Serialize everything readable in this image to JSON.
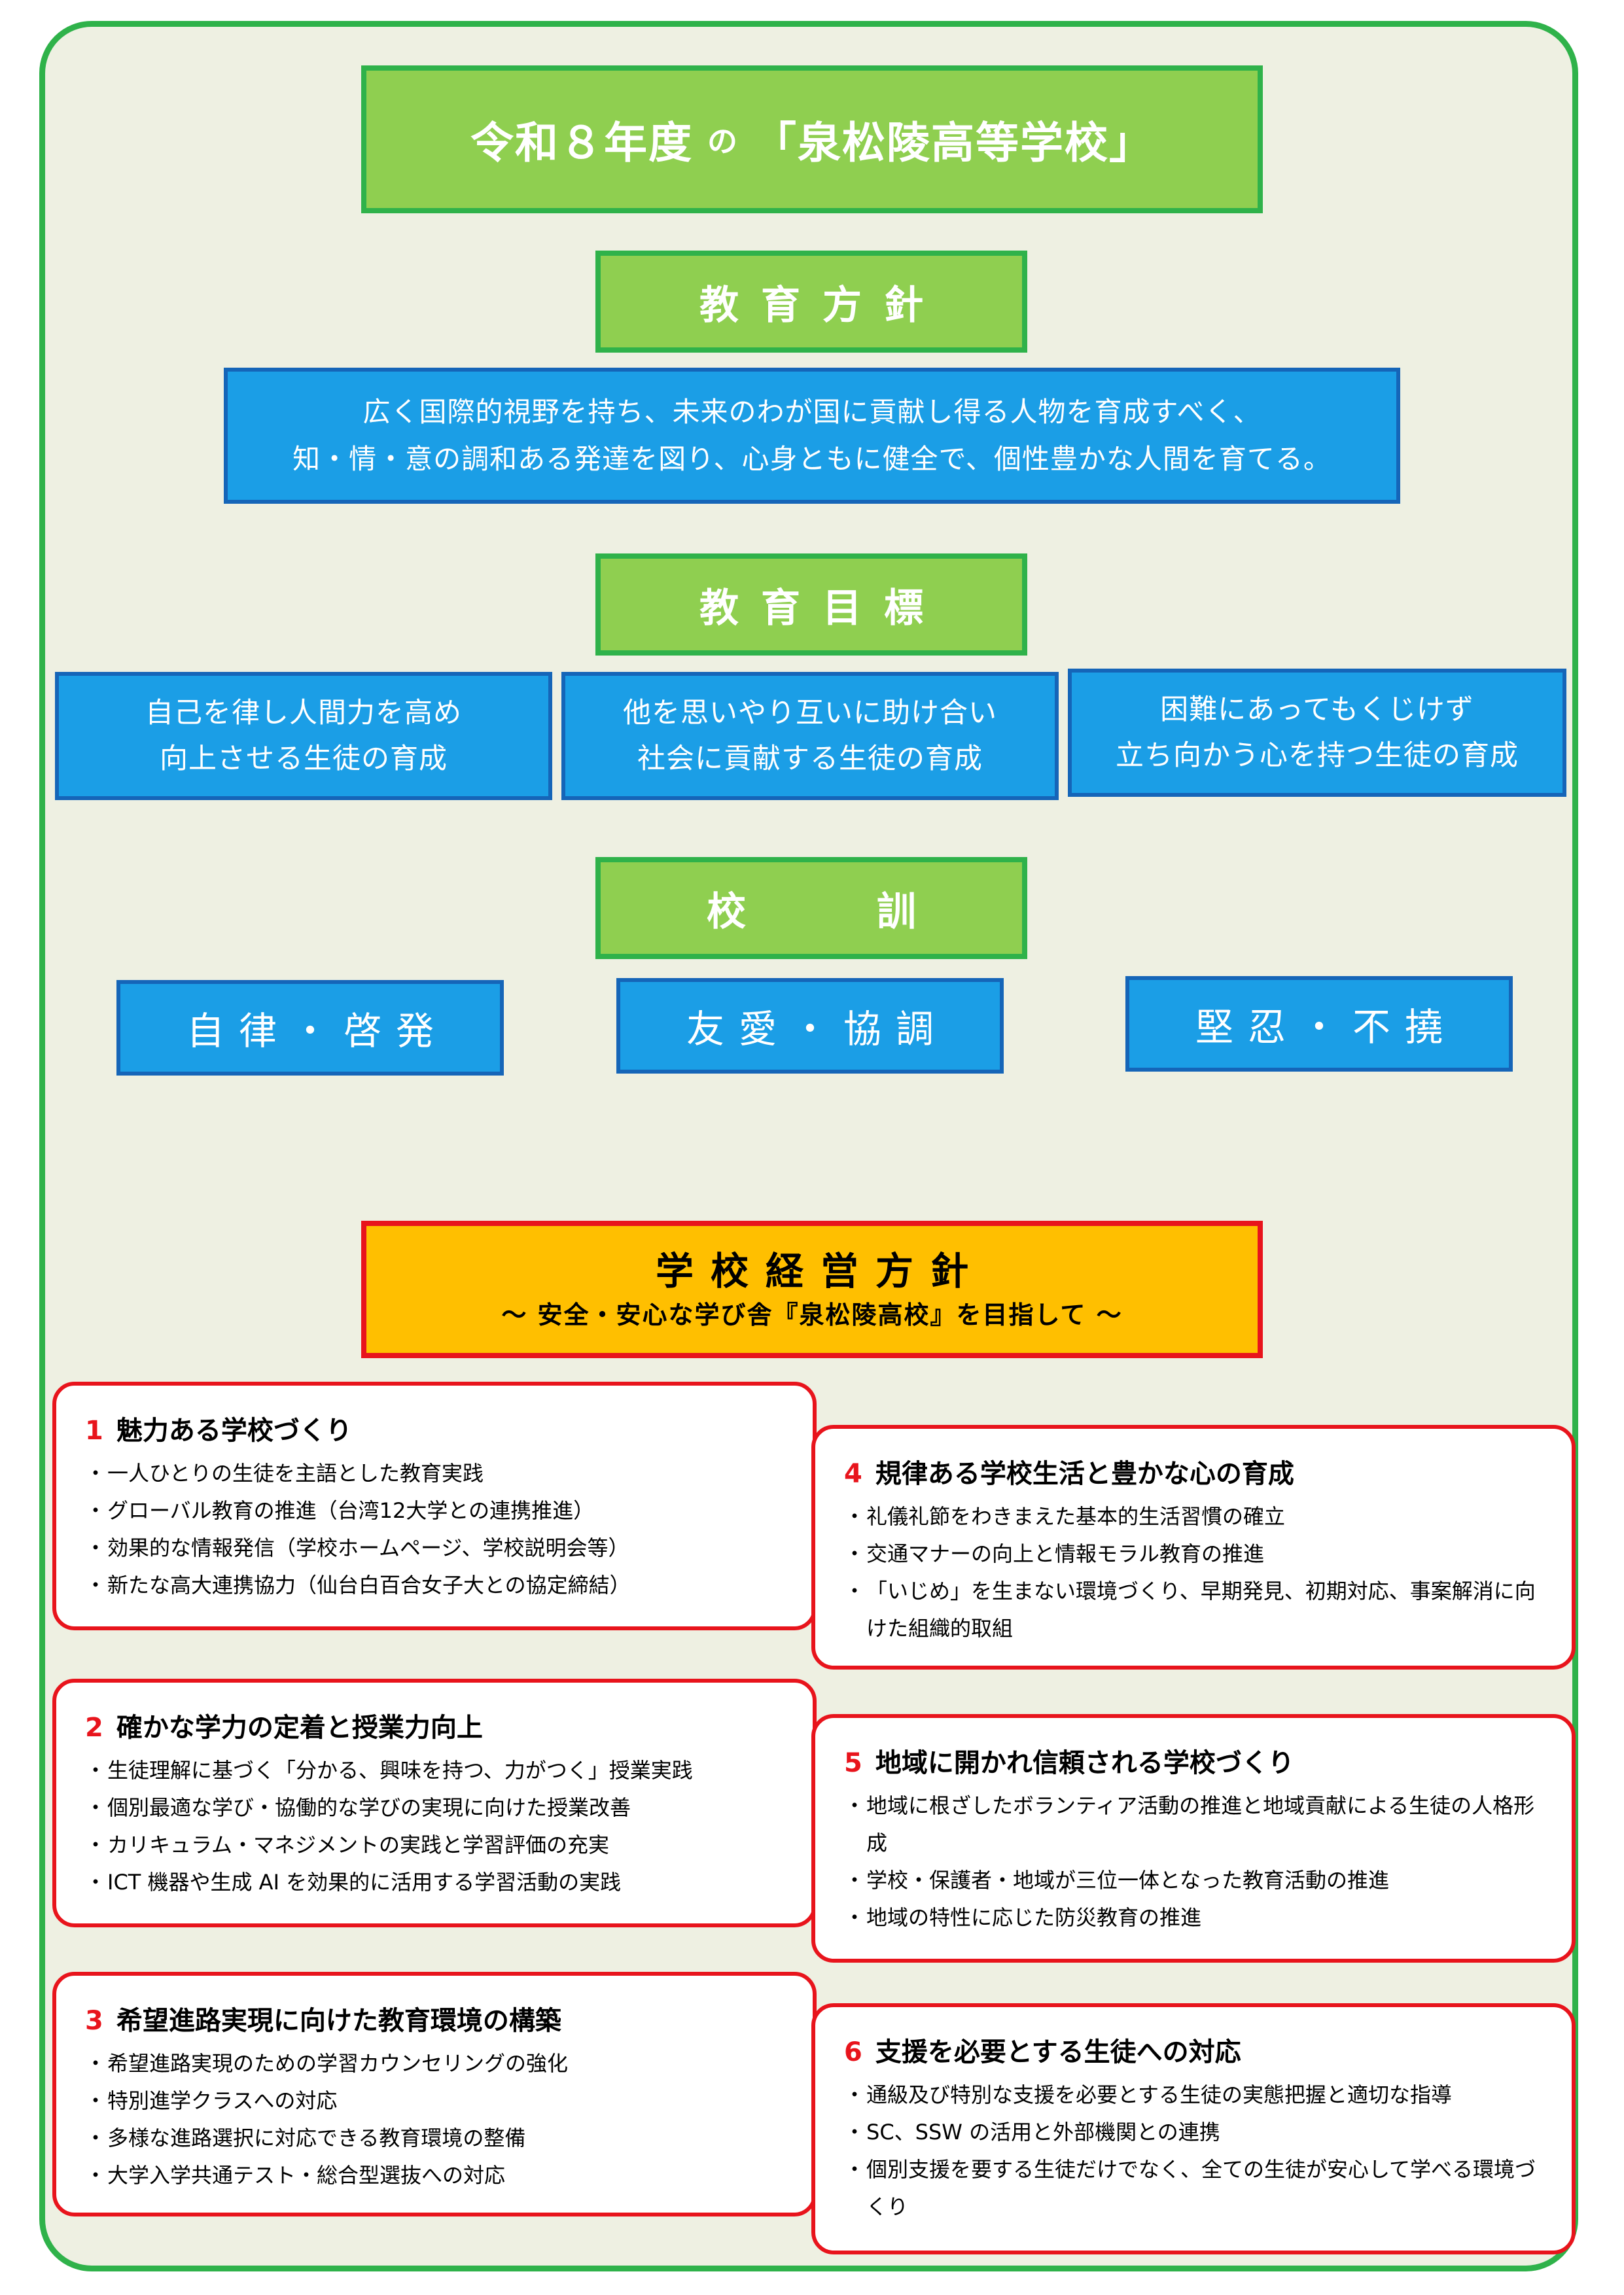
{
  "title": {
    "year": "令和８年度",
    "particle": "の",
    "school": "「泉松陵高等学校」"
  },
  "policy": {
    "heading": "教育方針",
    "lines": [
      "広く国際的視野を持ち、未来のわが国に貢献し得る人物を育成すべく、",
      "知・情・意の調和ある発達を図り、心身ともに健全で、個性豊かな人間を育てる。"
    ]
  },
  "goals": {
    "heading": "教育目標",
    "items": [
      {
        "line1": "自己を律し人間力を高め",
        "line2": "向上させる生徒の育成"
      },
      {
        "line1": "他を思いやり互いに助け合い",
        "line2": "社会に貢献する生徒の育成"
      },
      {
        "line1": "困難にあってもくじけず",
        "line2": "立ち向かう心を持つ生徒の育成"
      }
    ]
  },
  "motto": {
    "heading_left": "校",
    "heading_right": "訓",
    "items": [
      "自律・啓発",
      "友愛・協調",
      "堅忍・不撓"
    ]
  },
  "management": {
    "title": "学校経営方針",
    "subtitle": "～ 安全・安心な学び舎『泉松陵高校』を目指して ～",
    "cards": [
      {
        "num": "1",
        "title": "魅力ある学校づくり",
        "items": [
          "一人ひとりの生徒を主語とした教育実践",
          "グローバル教育の推進（台湾12大学との連携推進）",
          "効果的な情報発信（学校ホームページ、学校説明会等）",
          "新たな高大連携協力（仙台白百合女子大との協定締結）"
        ]
      },
      {
        "num": "2",
        "title": "確かな学力の定着と授業力向上",
        "items": [
          "生徒理解に基づく「分かる、興味を持つ、力がつく」授業実践",
          "個別最適な学び・協働的な学びの実現に向けた授業改善",
          "カリキュラム・マネジメントの実践と学習評価の充実",
          "ICT 機器や生成 AI を効果的に活用する学習活動の実践"
        ]
      },
      {
        "num": "3",
        "title": "希望進路実現に向けた教育環境の構築",
        "items": [
          "希望進路実現のための学習カウンセリングの強化",
          "特別進学クラスへの対応",
          "多様な進路選択に対応できる教育環境の整備",
          "大学入学共通テスト・総合型選抜への対応"
        ]
      },
      {
        "num": "4",
        "title": "規律ある学校生活と豊かな心の育成",
        "items": [
          "礼儀礼節をわきまえた基本的生活習慣の確立",
          "交通マナーの向上と情報モラル教育の推進",
          "「いじめ」を生まない環境づくり、早期発見、初期対応、事案解消に向けた組織的取組"
        ]
      },
      {
        "num": "5",
        "title": "地域に開かれ信頼される学校づくり",
        "items": [
          "地域に根ざしたボランティア活動の推進と地域貢献による生徒の人格形成",
          "学校・保護者・地域が三位一体となった教育活動の推進",
          "地域の特性に応じた防災教育の推進"
        ]
      },
      {
        "num": "6",
        "title": "支援を必要とする生徒への対応",
        "items": [
          "通級及び特別な支援を必要とする生徒の実態把握と適切な指導",
          "SC、SSW の活用と外部機関との連携",
          "個別支援を要する生徒だけでなく、全ての生徒が安心して学べる環境づくり"
        ]
      }
    ]
  }
}
